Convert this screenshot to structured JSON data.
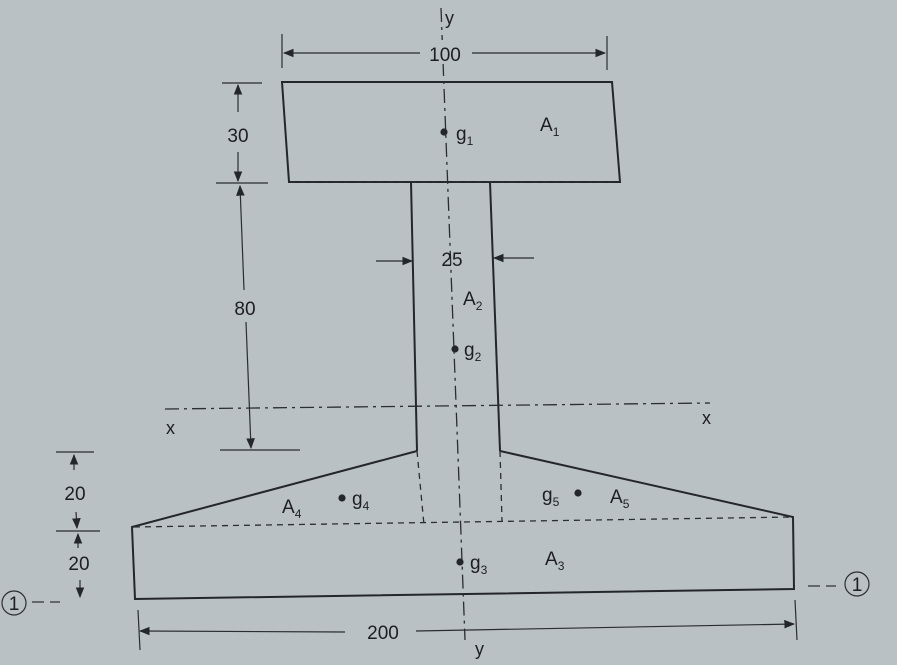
{
  "dimensions": {
    "top_width": "100",
    "top_height": "30",
    "web_height": "80",
    "web_width": "25",
    "taper_height": "20",
    "base_height": "20",
    "base_width": "200"
  },
  "areas": {
    "a1": {
      "main": "A",
      "sub": "1"
    },
    "a2": {
      "main": "A",
      "sub": "2"
    },
    "a3": {
      "main": "A",
      "sub": "3"
    },
    "a4": {
      "main": "A",
      "sub": "4"
    },
    "a5": {
      "main": "A",
      "sub": "5"
    }
  },
  "centroids": {
    "g1": {
      "main": "g",
      "sub": "1"
    },
    "g2": {
      "main": "g",
      "sub": "2"
    },
    "g3": {
      "main": "g",
      "sub": "3"
    },
    "g4": {
      "main": "g",
      "sub": "4"
    },
    "g5": {
      "main": "g",
      "sub": "5"
    }
  },
  "axes": {
    "y_top": "y",
    "y_bottom": "y",
    "x_left": "x",
    "x_right": "x"
  },
  "reference": {
    "left": "1",
    "right": "1"
  }
}
